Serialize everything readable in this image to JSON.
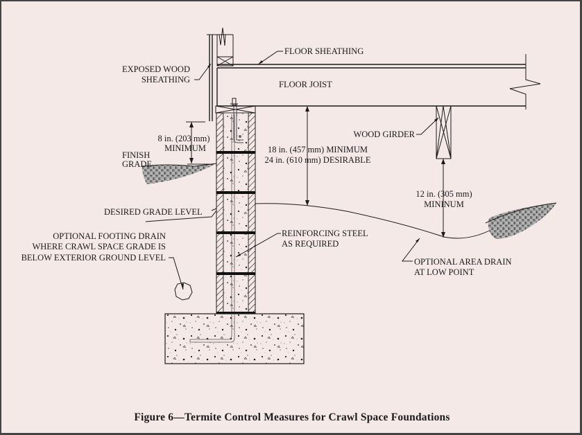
{
  "figure": {
    "caption": "Figure 6—Termite Control Measures for Crawl Space Foundations",
    "labels": {
      "floor_sheathing": "FLOOR SHEATHING",
      "exposed_wood_sheathing_1": "EXPOSED WOOD",
      "exposed_wood_sheathing_2": "SHEATHING",
      "floor_joist": "FLOOR JOIST",
      "wood_girder": "WOOD GIRDER",
      "clearance_8in_1": "8 in. (203 mm)",
      "clearance_8in_2": "MINIMUM",
      "finish_grade_1": "FINISH",
      "finish_grade_2": "GRADE",
      "clearance_18in_1": "18 in. (457 mm) MINIMUM",
      "clearance_18in_2": "24 in. (610 mm) DESIRABLE",
      "clearance_12in_1": "12 in. (305 mm)",
      "clearance_12in_2": "MININUM",
      "desired_grade_level": "DESIRED GRADE LEVEL",
      "reinforcing_steel_1": "REINFORCING STEEL",
      "reinforcing_steel_2": "AS REQUIRED",
      "footing_drain_1": "OPTIONAL FOOTING DRAIN",
      "footing_drain_2": "WHERE CRAWL SPACE GRADE IS",
      "footing_drain_3": "BELOW EXTERIOR GROUND LEVEL",
      "area_drain_1": "OPTIONAL AREA DRAIN",
      "area_drain_2": "AT LOW POINT"
    }
  }
}
